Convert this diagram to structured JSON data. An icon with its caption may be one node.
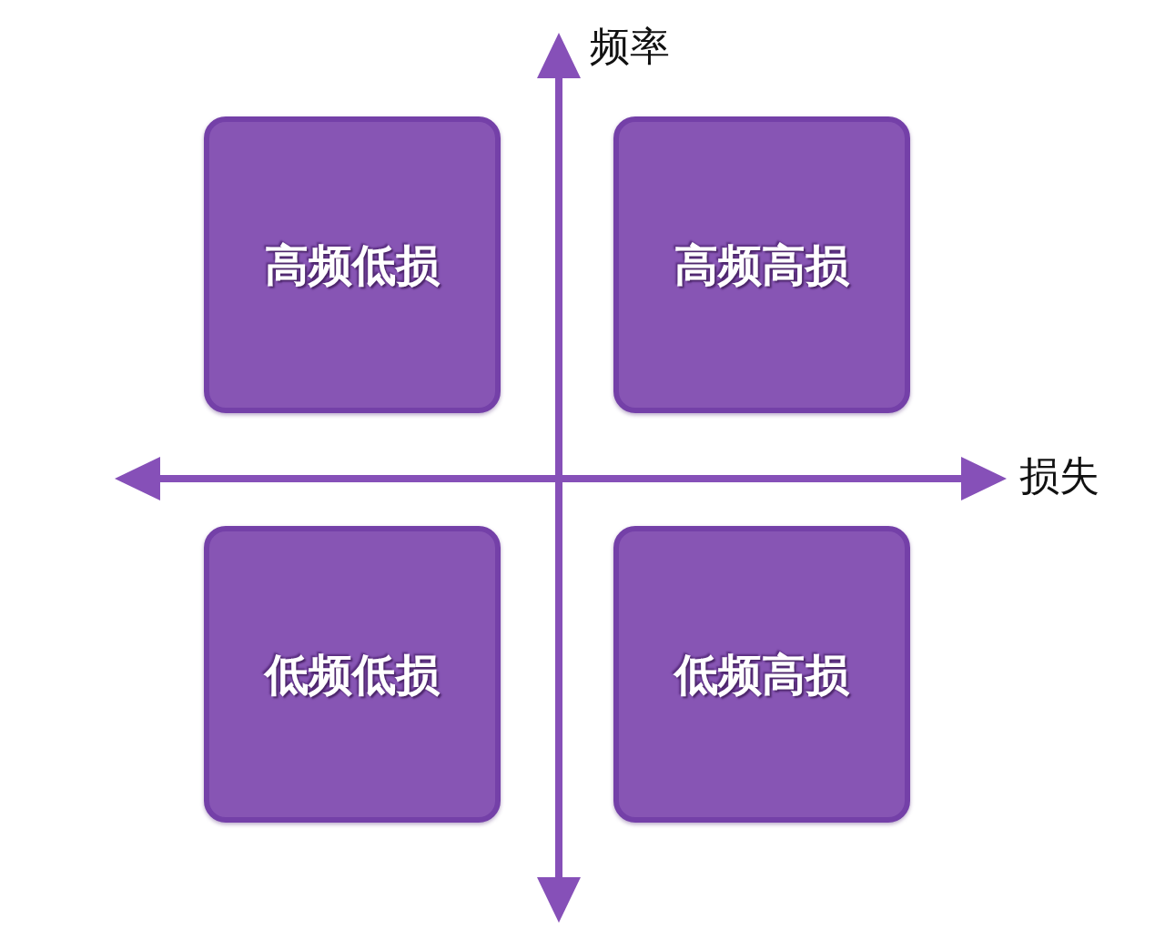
{
  "diagram": {
    "nodes": [
      {
        "text": [
          "高频低损"
        ]
      },
      {
        "text": [
          "高频高损"
        ]
      },
      {
        "text": [
          "低频低损"
        ]
      },
      {
        "text": [
          "低频高损"
        ]
      }
    ],
    "labels": [
      "频率",
      "损失"
    ]
  }
}
